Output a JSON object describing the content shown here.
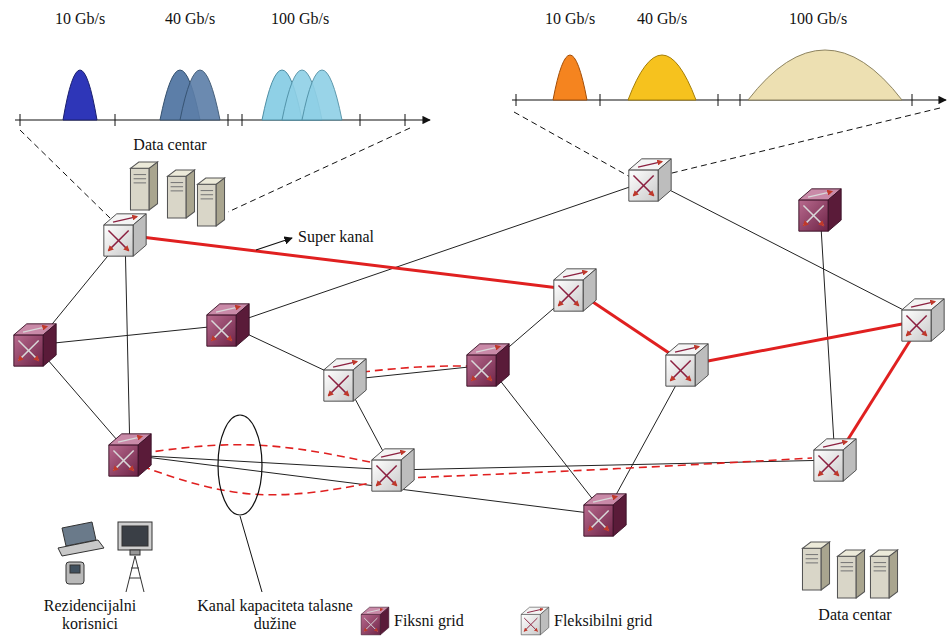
{
  "diagram": {
    "labels": [
      "10 Gb/s",
      "40 Gb/s",
      "100 Gb/s",
      "10 Gb/s",
      "40 Gb/s",
      "100 Gb/s",
      "Data centar",
      "Super kanal",
      "Rezidencijalni korisnici",
      "Kanal kapaciteta talasne dužine",
      "Data centar"
    ],
    "legend": [
      {
        "text": "Fiksni grid"
      },
      {
        "text": "Fleksibilni grid"
      }
    ]
  }
}
